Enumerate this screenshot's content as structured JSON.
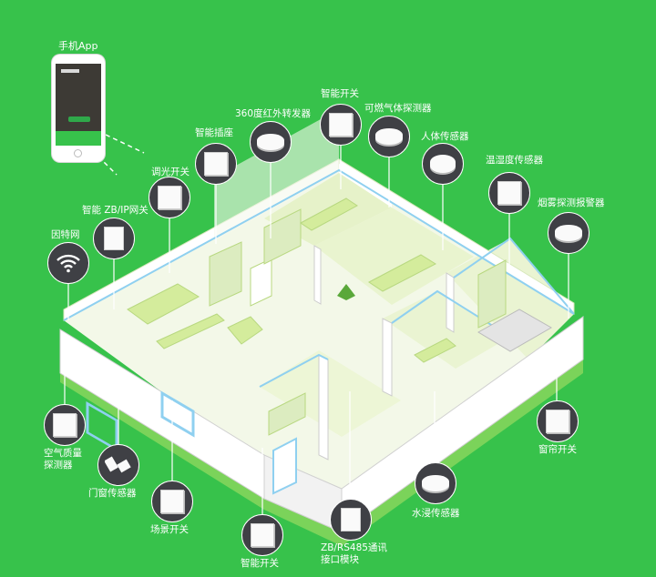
{
  "app_label": "手机App",
  "devices": [
    {
      "id": "internet",
      "label": "因特网",
      "icon": "wifi-icon"
    },
    {
      "id": "gateway",
      "label": "智能 ZB/IP网关",
      "icon": "gateway-icon"
    },
    {
      "id": "dimmer",
      "label": "调光开关",
      "icon": "switch-icon"
    },
    {
      "id": "socket",
      "label": "智能插座",
      "icon": "socket-icon"
    },
    {
      "id": "ir",
      "label": "360度红外转发器",
      "icon": "ir-blaster-icon"
    },
    {
      "id": "switch_top",
      "label": "智能开关",
      "icon": "switch-icon"
    },
    {
      "id": "gas",
      "label": "可燃气体探测器",
      "icon": "gas-detector-icon"
    },
    {
      "id": "body",
      "label": "人体传感器",
      "icon": "motion-sensor-icon"
    },
    {
      "id": "temp",
      "label": "温湿度传感器",
      "icon": "thermo-hygrometer-icon"
    },
    {
      "id": "smoke",
      "label": "烟雾探测报警器",
      "icon": "smoke-alarm-icon"
    },
    {
      "id": "air",
      "label": "空气质量\n探测器",
      "icon": "air-quality-icon"
    },
    {
      "id": "door",
      "label": "门窗传感器",
      "icon": "door-sensor-icon"
    },
    {
      "id": "scene",
      "label": "场景开关",
      "icon": "scene-switch-icon"
    },
    {
      "id": "switch_bottom",
      "label": "智能开关",
      "icon": "switch-icon"
    },
    {
      "id": "zb485",
      "label": "ZB/RS485通讯\n接口模块",
      "icon": "interface-module-icon"
    },
    {
      "id": "water",
      "label": "水浸传感器",
      "icon": "water-sensor-icon"
    },
    {
      "id": "curtain",
      "label": "窗帘开关",
      "icon": "curtain-switch-icon"
    }
  ],
  "colors": {
    "background": "#37c24b",
    "device_circle": "#3f4045",
    "wall": "#ffffff",
    "window": "#8fd0f0",
    "floor": "#eef6dc",
    "furniture": "#d4ec9c"
  }
}
